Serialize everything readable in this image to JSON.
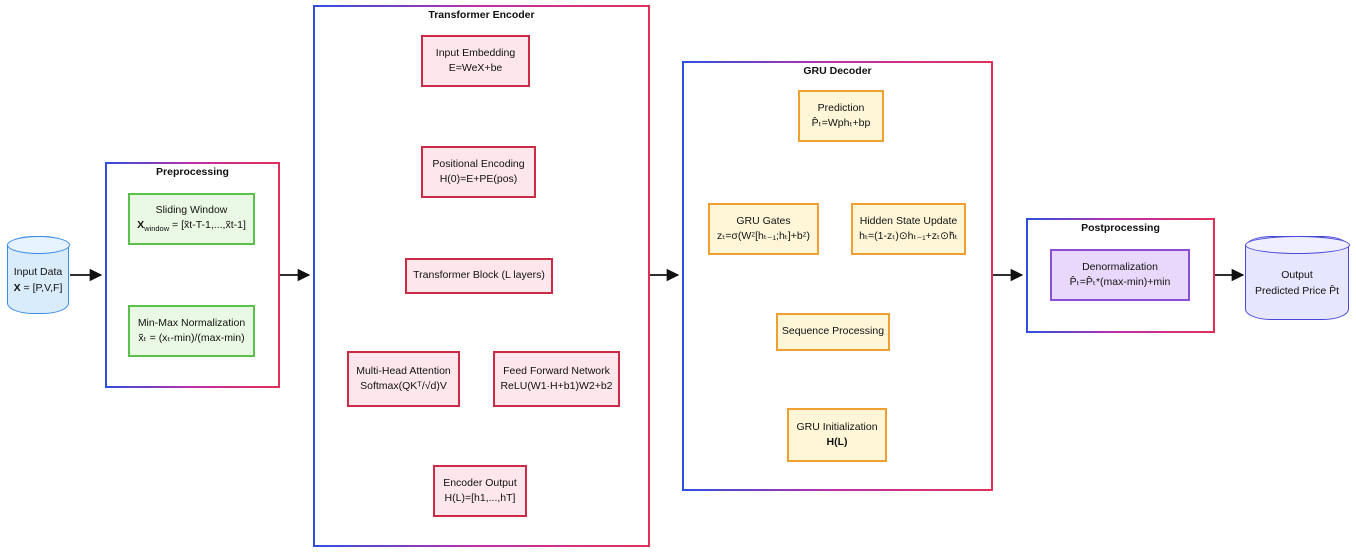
{
  "input": {
    "label": "Input Data",
    "formula_bold": "X",
    "formula_rest": " = [P,V,F]"
  },
  "preprocessing": {
    "title": "Preprocessing",
    "sliding_window": {
      "title": "Sliding Window",
      "formula_bold": "X",
      "formula_sub": "window",
      "formula_rest": " = [x̃t-T-1,...,x̃t-1]"
    },
    "minmax": {
      "title": "Min-Max Normalization",
      "formula": "x̃ₜ = (xₜ-min)/(max-min)"
    }
  },
  "encoder": {
    "title": "Transformer Encoder",
    "input_embedding": {
      "title": "Input Embedding",
      "formula": "E=WeX+be"
    },
    "positional_encoding": {
      "title": "Positional Encoding",
      "formula": "H(0)=E+PE(pos)"
    },
    "transformer_block": {
      "title": "Transformer Block (L layers)"
    },
    "attention": {
      "title": "Multi-Head Attention",
      "formula": "Softmax(QKᵀ/√d)V"
    },
    "ffn": {
      "title": "Feed Forward Network",
      "formula": "ReLU(W1·H+b1)W2+b2"
    },
    "output": {
      "title": "Encoder Output",
      "formula": "H(L)=[h1,...,hT]"
    }
  },
  "decoder": {
    "title": "GRU Decoder",
    "prediction": {
      "title": "Prediction",
      "formula": "P̂ₜ=Wphₜ+bp"
    },
    "gates": {
      "title": "GRU Gates",
      "formula": "zₜ=σ(Wᶻ[hₜ₋₁;hₜ]+bᶻ)"
    },
    "hidden": {
      "title": "Hidden State Update",
      "formula": "hₜ=(1-zₜ)⊙hₜ₋₁+zₜ⊙h̃ₜ"
    },
    "sequence": {
      "title": "Sequence Processing"
    },
    "init": {
      "title": "GRU Initialization",
      "formula": "H(L)"
    }
  },
  "postprocessing": {
    "title": "Postprocessing",
    "denorm": {
      "title": "Denormalization",
      "formula": "P̂ₜ=P̂ₜ*(max-min)+min"
    }
  },
  "output": {
    "label": "Output",
    "formula": "Predicted Price P̂t"
  },
  "colors": {
    "encoder_node": "#cc2b45",
    "decoder_node": "#f0a030",
    "pre_node": "#59c24a",
    "post_node": "#8a4fd6"
  }
}
